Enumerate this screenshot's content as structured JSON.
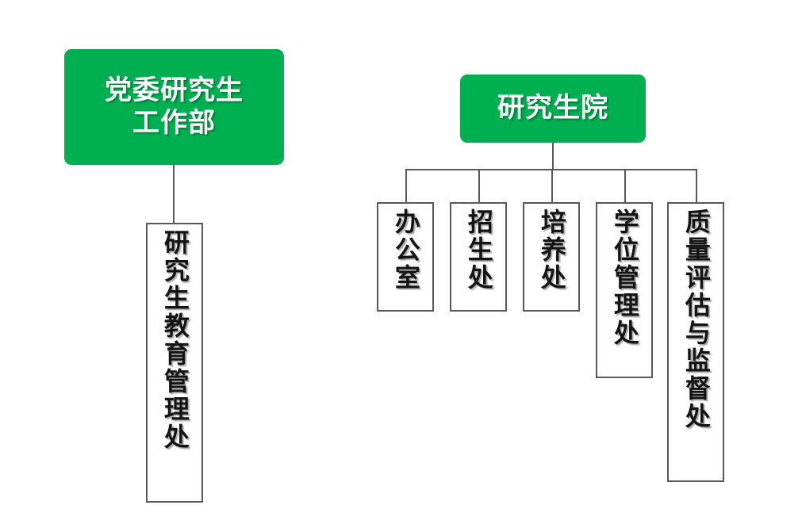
{
  "diagram": {
    "type": "org-chart",
    "background_color": "#FFFFFF",
    "accent_color": "#00B050",
    "line_color": "#595959",
    "text_color_on_accent": "#FFFFFF",
    "text_color_on_box": "#141414",
    "branches": [
      {
        "id": "party-committee",
        "header": {
          "label": "党委研究生工作部",
          "line1": "党委研究生",
          "line2": "工作部"
        },
        "children": [
          {
            "id": "grad-edu-admin-office",
            "label": "研究生教育管理处"
          }
        ]
      },
      {
        "id": "graduate-school",
        "header": {
          "label": "研究生院",
          "line1": "研究生院",
          "line2": ""
        },
        "children": [
          {
            "id": "general-office",
            "label": "办公室"
          },
          {
            "id": "admissions-office",
            "label": "招生处"
          },
          {
            "id": "training-office",
            "label": "培养处"
          },
          {
            "id": "degree-admin-office",
            "label": "学位管理处"
          },
          {
            "id": "quality-eval-supervision-office",
            "label": "质量评估与监督处"
          }
        ]
      }
    ]
  }
}
